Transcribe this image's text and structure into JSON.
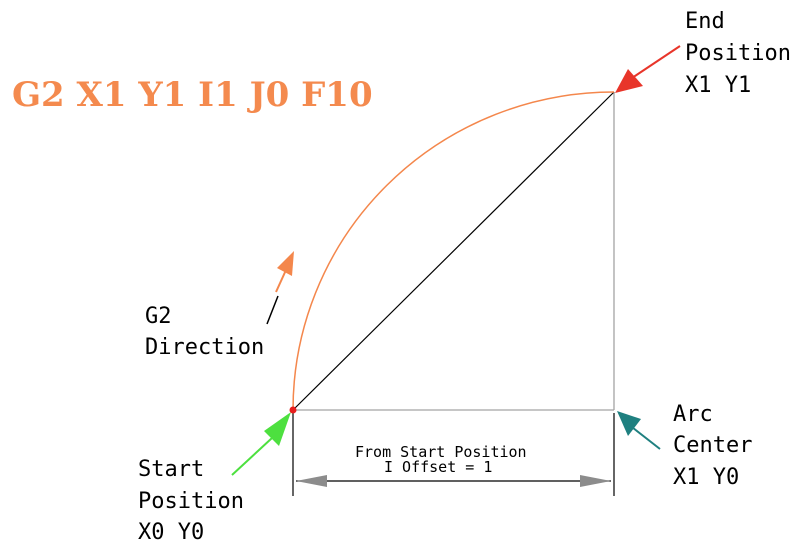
{
  "title": "G2 X1 Y1 I1 J0 F10",
  "end_label": {
    "line1": "End",
    "line2": "Position",
    "line3": "X1 Y1"
  },
  "direction_label": {
    "line1": "G2",
    "line2": "Direction"
  },
  "start_label": {
    "line1": "Start",
    "line2": "Position",
    "line3": "X0 Y0"
  },
  "center_label": {
    "line1": "Arc",
    "line2": "Center",
    "line3": "X1 Y0"
  },
  "offset_label": {
    "line1": "From Start Position",
    "line2": "I Offset = 1"
  },
  "colors": {
    "title": "#f48a4e",
    "arc": "#f4874c",
    "direction_arrow": "#f4874c",
    "end_arrow": "#e8352a",
    "start_arrow": "#4de03f",
    "center_arrow": "#1f8080",
    "start_point": "#e81e1e",
    "gray_line": "#a3a3a3",
    "chord": "#000000",
    "dimension_arrow": "#8c8c8c"
  }
}
